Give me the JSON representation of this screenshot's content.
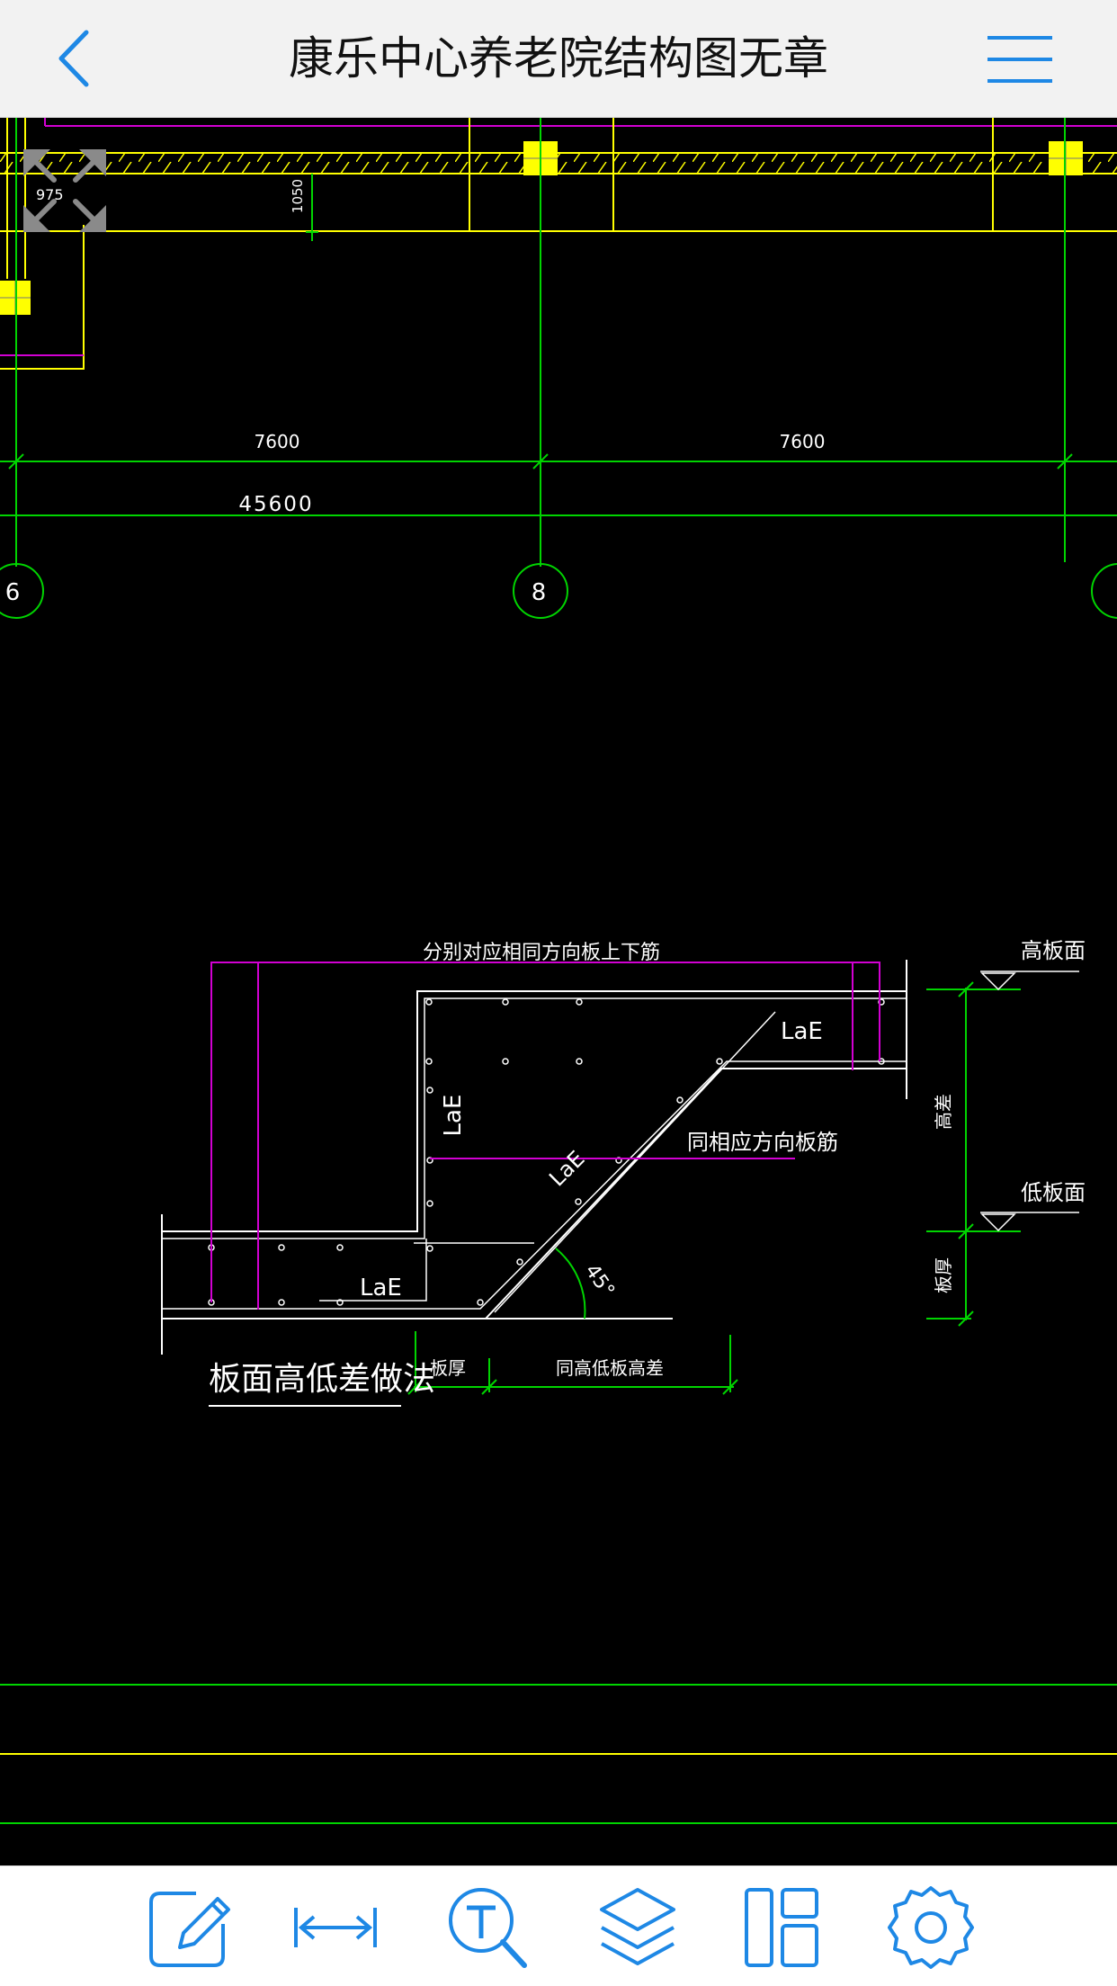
{
  "header": {
    "title": "康乐中心养老院结构图无章",
    "back_icon": "chevron-left-icon",
    "menu_icon": "hamburger-menu-icon"
  },
  "drawing": {
    "dims": {
      "dim_975": "975",
      "dim_1050": "1050",
      "dim_7600_a": "7600",
      "dim_7600_b": "7600",
      "dim_45600": "45600"
    },
    "axes": {
      "axis_6": "6",
      "axis_8": "8"
    },
    "detail": {
      "title": "板面高低差做法",
      "top_note": "分别对应相同方向板上下筋",
      "side_note": "同相应方向板筋",
      "lae_1": "LaE",
      "lae_2": "LaE",
      "lae_3": "LaE",
      "lae_4": "LaE",
      "angle": "45°",
      "high_slab": "高板面",
      "low_slab": "低板面",
      "slab_thk_right": "板厚",
      "height_diff_right": "高差",
      "slab_thk_bottom": "板厚",
      "height_diff_bottom": "同高低板高差"
    },
    "colors": {
      "green": "#00d400",
      "yellow": "#ffff00",
      "magenta": "#d200d2",
      "white": "#ffffff",
      "gray": "#9a9a9a"
    }
  },
  "toolbar": {
    "icons": [
      "edit-icon",
      "measure-icon",
      "text-search-icon",
      "layers-icon",
      "layout-icon",
      "settings-icon"
    ],
    "accent": "#1e88e5"
  },
  "overlay": {
    "icon": "fullscreen-icon"
  }
}
